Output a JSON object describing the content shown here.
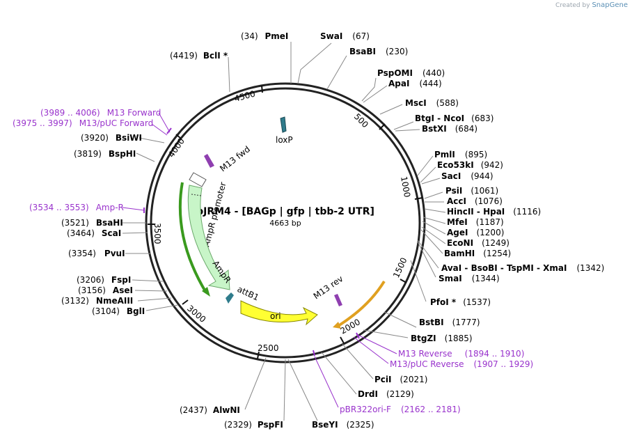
{
  "watermark": {
    "created_by": "Created by",
    "brand": "SnapGene"
  },
  "plasmid": {
    "name": "pJRM4 - [BAGp | gfp | tbb-2 UTR]",
    "length": "4663 bp"
  },
  "ticks": [
    "500",
    "1000",
    "1500",
    "2000",
    "2500",
    "3000",
    "3500",
    "4000",
    "4500"
  ],
  "features": {
    "loxp": "loxP",
    "m13fwd": "M13 fwd",
    "m13rev": "M13 rev",
    "ampr_promoter": "AmpR promoter",
    "ampr": "AmpR",
    "attb1": "attB1",
    "ori": "ori"
  },
  "sites": [
    {
      "pos": "(34)",
      "name": "PmeI"
    },
    {
      "name": "SwaI",
      "pos": "(67)"
    },
    {
      "name": "BsaBI",
      "pos": "(230)"
    },
    {
      "name": "PspOMI",
      "pos": "(440)"
    },
    {
      "name": "ApaI",
      "pos": "(444)"
    },
    {
      "name": "MscI",
      "pos": "(588)"
    },
    {
      "name": "BtgI - NcoI",
      "pos": "(683)"
    },
    {
      "name": "BstXI",
      "pos": "(684)"
    },
    {
      "name": "PmlI",
      "pos": "(895)"
    },
    {
      "name": "Eco53kI",
      "pos": "(942)"
    },
    {
      "name": "SacI",
      "pos": "(944)"
    },
    {
      "name": "PsiI",
      "pos": "(1061)"
    },
    {
      "name": "AccI",
      "pos": "(1076)"
    },
    {
      "name": "HincII - HpaI",
      "pos": "(1116)"
    },
    {
      "name": "MfeI",
      "pos": "(1187)"
    },
    {
      "name": "AgeI",
      "pos": "(1200)"
    },
    {
      "name": "EcoNI",
      "pos": "(1249)"
    },
    {
      "name": "BamHI",
      "pos": "(1254)"
    },
    {
      "name": "AvaI - BsoBI - TspMI - XmaI",
      "pos": "(1342)"
    },
    {
      "name": "SmaI",
      "pos": "(1344)"
    },
    {
      "name": "PfoI *",
      "pos": "(1537)"
    },
    {
      "name": "BstBI",
      "pos": "(1777)"
    },
    {
      "name": "BtgZI",
      "pos": "(1885)"
    },
    {
      "name": "PciI",
      "pos": "(2021)"
    },
    {
      "name": "DrdI",
      "pos": "(2129)"
    },
    {
      "name": "BseYI",
      "pos": "(2325)"
    },
    {
      "pos": "(2329)",
      "name": "PspFI"
    },
    {
      "pos": "(2437)",
      "name": "AlwNI"
    },
    {
      "pos": "(3104)",
      "name": "BglI"
    },
    {
      "pos": "(3132)",
      "name": "NmeAIII"
    },
    {
      "pos": "(3156)",
      "name": "AseI"
    },
    {
      "pos": "(3206)",
      "name": "FspI"
    },
    {
      "pos": "(3354)",
      "name": "PvuI"
    },
    {
      "pos": "(3464)",
      "name": "ScaI"
    },
    {
      "pos": "(3521)",
      "name": "BsaHI"
    },
    {
      "pos": "(3819)",
      "name": "BspHI"
    },
    {
      "pos": "(3920)",
      "name": "BsiWI"
    },
    {
      "pos": "(4419)",
      "name": "BclI *"
    }
  ],
  "primers": [
    {
      "name": "M13 Reverse",
      "range": "(1894 .. 1910)"
    },
    {
      "name": "M13/pUC Reverse",
      "range": "(1907 .. 1929)"
    },
    {
      "name": "pBR322ori-F",
      "range": "(2162 .. 2181)"
    },
    {
      "range": "(3534 .. 3553)",
      "name": "Amp-R"
    },
    {
      "range": "(3975 .. 3997)",
      "name": "M13/pUC Forward"
    },
    {
      "range": "(3989 .. 4006)",
      "name": "M13 Forward"
    }
  ],
  "colors": {
    "backbone": "#222222",
    "primer": "#9933cc",
    "ampr": "#c8f5c8",
    "ampr_edge": "#6aa86a",
    "ori": "#ffff33",
    "loxp": "#2f7c8c",
    "attb1": "#2f7c8c",
    "m13": "#8f3fb0",
    "green_arc": "#3a9a1e",
    "orange_arc": "#e0a020"
  }
}
